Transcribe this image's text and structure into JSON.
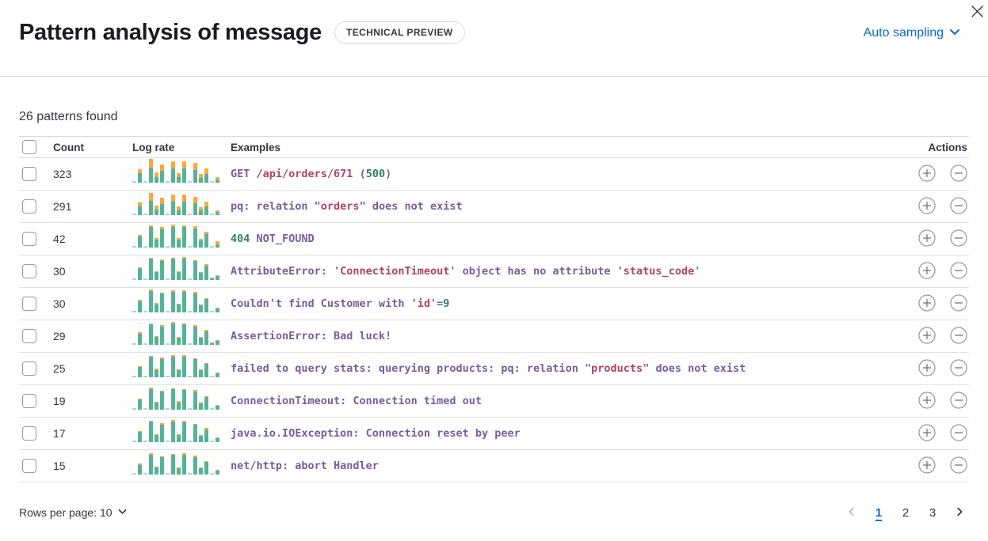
{
  "header": {
    "title": "Pattern analysis of message",
    "badge": "TECHNICAL PREVIEW",
    "sampling_label": "Auto sampling"
  },
  "summary": "26 patterns found",
  "icons": {
    "close": "x-cross",
    "chevron_down": "chevron-down",
    "plus_circle": "plus-in-circle",
    "minus_circle": "minus-in-circle",
    "chevron_left": "chevron-left",
    "chevron_right": "chevron-right"
  },
  "colors": {
    "accent_blue": "#0B6BC7",
    "token_purple": "#7A5C9C",
    "token_red": "#AC4367",
    "token_green": "#337E61",
    "bar_green": "#54B399",
    "bar_green_light": "#A7DBC9",
    "bar_orange": "#FBA740",
    "border": "#D3DAE6",
    "text": "#343741"
  },
  "table": {
    "columns": {
      "count": "Count",
      "log_rate": "Log rate",
      "examples": "Examples",
      "actions": "Actions"
    },
    "rows": [
      {
        "count": "323",
        "sparkline": [
          [
            2,
            0
          ],
          [
            12,
            5
          ],
          [
            2,
            0
          ],
          [
            19,
            11
          ],
          [
            7,
            6
          ],
          [
            15,
            8
          ],
          [
            2,
            0
          ],
          [
            18,
            9
          ],
          [
            7,
            5
          ],
          [
            18,
            9
          ],
          [
            2,
            0
          ],
          [
            16,
            9
          ],
          [
            6,
            5
          ],
          [
            11,
            7
          ],
          [
            2,
            0
          ],
          [
            4,
            3
          ]
        ],
        "example": [
          {
            "t": "GET ",
            "c": "p"
          },
          {
            "t": "/api/orders/671",
            "c": "r"
          },
          {
            "t": " (",
            "c": "p"
          },
          {
            "t": "500",
            "c": "g"
          },
          {
            "t": ")",
            "c": "p"
          }
        ]
      },
      {
        "count": "291",
        "sparkline": [
          [
            2,
            0
          ],
          [
            11,
            5
          ],
          [
            2,
            0
          ],
          [
            18,
            10
          ],
          [
            7,
            5
          ],
          [
            14,
            8
          ],
          [
            2,
            0
          ],
          [
            17,
            9
          ],
          [
            6,
            5
          ],
          [
            17,
            9
          ],
          [
            2,
            0
          ],
          [
            15,
            8
          ],
          [
            6,
            4
          ],
          [
            11,
            6
          ],
          [
            2,
            0
          ],
          [
            4,
            2
          ]
        ],
        "example": [
          {
            "t": "pq: relation \"",
            "c": "p"
          },
          {
            "t": "orders",
            "c": "r"
          },
          {
            "t": "\" does not exist",
            "c": "p"
          }
        ]
      },
      {
        "count": "42",
        "sparkline": [
          [
            2,
            0
          ],
          [
            14,
            2
          ],
          [
            2,
            0
          ],
          [
            26,
            2
          ],
          [
            10,
            2
          ],
          [
            23,
            3
          ],
          [
            2,
            0
          ],
          [
            26,
            3
          ],
          [
            10,
            2
          ],
          [
            26,
            2
          ],
          [
            2,
            0
          ],
          [
            24,
            3
          ],
          [
            9,
            2
          ],
          [
            17,
            3
          ],
          [
            2,
            0
          ],
          [
            4,
            4
          ]
        ],
        "example": [
          {
            "t": "404",
            "c": "g"
          },
          {
            "t": " NOT_FOUND",
            "c": "p"
          }
        ]
      },
      {
        "count": "30",
        "sparkline": [
          [
            2,
            0
          ],
          [
            15,
            1
          ],
          [
            2,
            0
          ],
          [
            27,
            1
          ],
          [
            10,
            1
          ],
          [
            24,
            2
          ],
          [
            2,
            0
          ],
          [
            27,
            1
          ],
          [
            10,
            1
          ],
          [
            27,
            2
          ],
          [
            2,
            0
          ],
          [
            24,
            1
          ],
          [
            9,
            1
          ],
          [
            18,
            2
          ],
          [
            2,
            1
          ],
          [
            5,
            1
          ]
        ],
        "example": [
          {
            "t": "AttributeError: '",
            "c": "p"
          },
          {
            "t": "ConnectionTimeout",
            "c": "r"
          },
          {
            "t": "' object has no attribute '",
            "c": "p"
          },
          {
            "t": "status_code",
            "c": "r"
          },
          {
            "t": "'",
            "c": "p"
          }
        ]
      },
      {
        "count": "30",
        "sparkline": [
          [
            2,
            0
          ],
          [
            14,
            2
          ],
          [
            2,
            0
          ],
          [
            27,
            2
          ],
          [
            10,
            2
          ],
          [
            24,
            1
          ],
          [
            2,
            0
          ],
          [
            26,
            2
          ],
          [
            10,
            1
          ],
          [
            26,
            2
          ],
          [
            2,
            0
          ],
          [
            24,
            2
          ],
          [
            9,
            1
          ],
          [
            17,
            1
          ],
          [
            2,
            0
          ],
          [
            5,
            1
          ]
        ],
        "example": [
          {
            "t": "Couldn't find Customer with '",
            "c": "p"
          },
          {
            "t": "id",
            "c": "r"
          },
          {
            "t": "'=",
            "c": "p"
          },
          {
            "t": "9",
            "c": "g"
          }
        ]
      },
      {
        "count": "29",
        "sparkline": [
          [
            2,
            0
          ],
          [
            14,
            2
          ],
          [
            2,
            0
          ],
          [
            26,
            1
          ],
          [
            10,
            1
          ],
          [
            23,
            2
          ],
          [
            2,
            0
          ],
          [
            27,
            2
          ],
          [
            9,
            1
          ],
          [
            26,
            1
          ],
          [
            2,
            0
          ],
          [
            23,
            2
          ],
          [
            9,
            1
          ],
          [
            17,
            2
          ],
          [
            2,
            1
          ],
          [
            5,
            1
          ]
        ],
        "example": [
          {
            "t": "AssertionError: Bad luck!",
            "c": "p"
          }
        ]
      },
      {
        "count": "25",
        "sparkline": [
          [
            2,
            0
          ],
          [
            13,
            1
          ],
          [
            2,
            0
          ],
          [
            26,
            1
          ],
          [
            9,
            2
          ],
          [
            23,
            2
          ],
          [
            2,
            0
          ],
          [
            26,
            2
          ],
          [
            9,
            1
          ],
          [
            26,
            2
          ],
          [
            2,
            0
          ],
          [
            23,
            1
          ],
          [
            9,
            1
          ],
          [
            17,
            1
          ],
          [
            2,
            0
          ],
          [
            5,
            1
          ]
        ],
        "example": [
          {
            "t": "failed to query stats: querying products: pq: relation \"",
            "c": "p"
          },
          {
            "t": "products",
            "c": "r"
          },
          {
            "t": "\" does not exist",
            "c": "p"
          }
        ]
      },
      {
        "count": "19",
        "sparkline": [
          [
            2,
            0
          ],
          [
            13,
            1
          ],
          [
            2,
            0
          ],
          [
            26,
            2
          ],
          [
            9,
            1
          ],
          [
            23,
            1
          ],
          [
            2,
            0
          ],
          [
            26,
            1
          ],
          [
            9,
            2
          ],
          [
            25,
            1
          ],
          [
            2,
            0
          ],
          [
            23,
            2
          ],
          [
            8,
            1
          ],
          [
            16,
            1
          ],
          [
            2,
            0
          ],
          [
            5,
            1
          ]
        ],
        "example": [
          {
            "t": "ConnectionTimeout: Connection timed out",
            "c": "p"
          }
        ]
      },
      {
        "count": "17",
        "sparkline": [
          [
            2,
            0
          ],
          [
            13,
            1
          ],
          [
            2,
            0
          ],
          [
            26,
            1
          ],
          [
            9,
            1
          ],
          [
            22,
            2
          ],
          [
            2,
            0
          ],
          [
            26,
            2
          ],
          [
            9,
            1
          ],
          [
            25,
            2
          ],
          [
            2,
            0
          ],
          [
            22,
            1
          ],
          [
            8,
            1
          ],
          [
            16,
            2
          ],
          [
            2,
            0
          ],
          [
            5,
            1
          ]
        ],
        "example": [
          {
            "t": "java.io.IOException: Connection reset by peer",
            "c": "p"
          }
        ]
      },
      {
        "count": "15",
        "sparkline": [
          [
            2,
            0
          ],
          [
            12,
            2
          ],
          [
            2,
            0
          ],
          [
            25,
            2
          ],
          [
            9,
            1
          ],
          [
            22,
            1
          ],
          [
            2,
            0
          ],
          [
            25,
            1
          ],
          [
            8,
            1
          ],
          [
            25,
            2
          ],
          [
            2,
            0
          ],
          [
            22,
            2
          ],
          [
            8,
            1
          ],
          [
            16,
            1
          ],
          [
            2,
            0
          ],
          [
            5,
            1
          ]
        ],
        "example": [
          {
            "t": "net/http: abort Handler",
            "c": "p"
          }
        ]
      }
    ]
  },
  "footer": {
    "rows_per_page_label": "Rows per page: 10",
    "pages": [
      "1",
      "2",
      "3"
    ],
    "active_page": "1"
  }
}
